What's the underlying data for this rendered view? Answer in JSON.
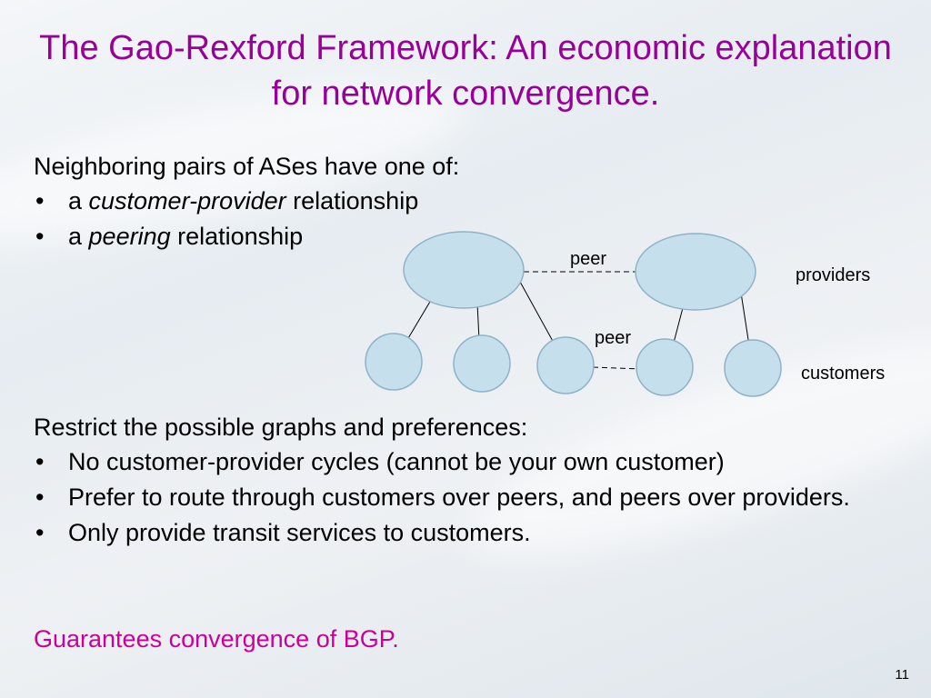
{
  "title": "The Gao-Rexford Framework: An economic explanation for network convergence.",
  "intro": {
    "heading": "Neighboring pairs of ASes have one of:",
    "bullets": [
      {
        "prefix": "a ",
        "emph": "customer-provider",
        "suffix": " relationship"
      },
      {
        "prefix": "a ",
        "emph": "peering",
        "suffix": " relationship"
      }
    ]
  },
  "diagram": {
    "peer_label_top": "peer",
    "peer_label_bottom": "peer",
    "providers_label": "providers",
    "customers_label": "customers",
    "node_fill": "#c5e0ec",
    "node_stroke": "#8fb2c8"
  },
  "restrict": {
    "heading": "Restrict the possible graphs and preferences:",
    "bullets": [
      "No customer-provider cycles (cannot be your own customer)",
      "Prefer to route through customers over peers, and peers over providers.",
      "Only provide transit services to customers."
    ]
  },
  "guarantee": "Guarantees convergence of BGP.",
  "page_number": "11",
  "colors": {
    "title": "#990099",
    "guarantee": "#cc0099"
  }
}
